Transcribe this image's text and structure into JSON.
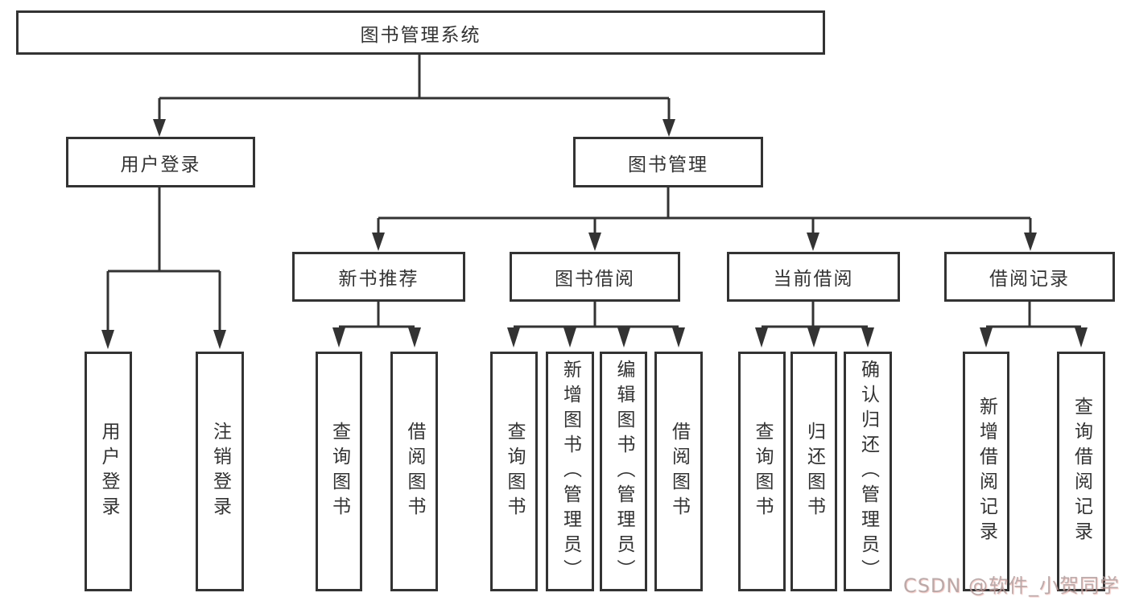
{
  "diagram": {
    "root": {
      "label": "图书管理系统"
    },
    "level2": [
      {
        "label": "用户登录",
        "children": [
          {
            "label": "用户登录"
          },
          {
            "label": "注销登录"
          }
        ]
      },
      {
        "label": "图书管理",
        "children": [
          {
            "label": "新书推荐",
            "children": [
              {
                "label": "查询图书"
              },
              {
                "label": "借阅图书"
              }
            ]
          },
          {
            "label": "图书借阅",
            "children": [
              {
                "label": "查询图书"
              },
              {
                "label": "新增图书（管理员）"
              },
              {
                "label": "编辑图书（管理员）"
              },
              {
                "label": "借阅图书"
              }
            ]
          },
          {
            "label": "当前借阅",
            "children": [
              {
                "label": "查询图书"
              },
              {
                "label": "归还图书"
              },
              {
                "label": "确认归还（管理员）"
              }
            ]
          },
          {
            "label": "借阅记录",
            "children": [
              {
                "label": "新增借阅记录"
              },
              {
                "label": "查询借阅记录"
              }
            ]
          }
        ]
      }
    ]
  },
  "watermark": {
    "text": "CSDN @软件_小贺同学"
  },
  "colors": {
    "line": "#333333",
    "text": "#333333",
    "background": "#ffffff",
    "watermark": "#afa0a0"
  }
}
